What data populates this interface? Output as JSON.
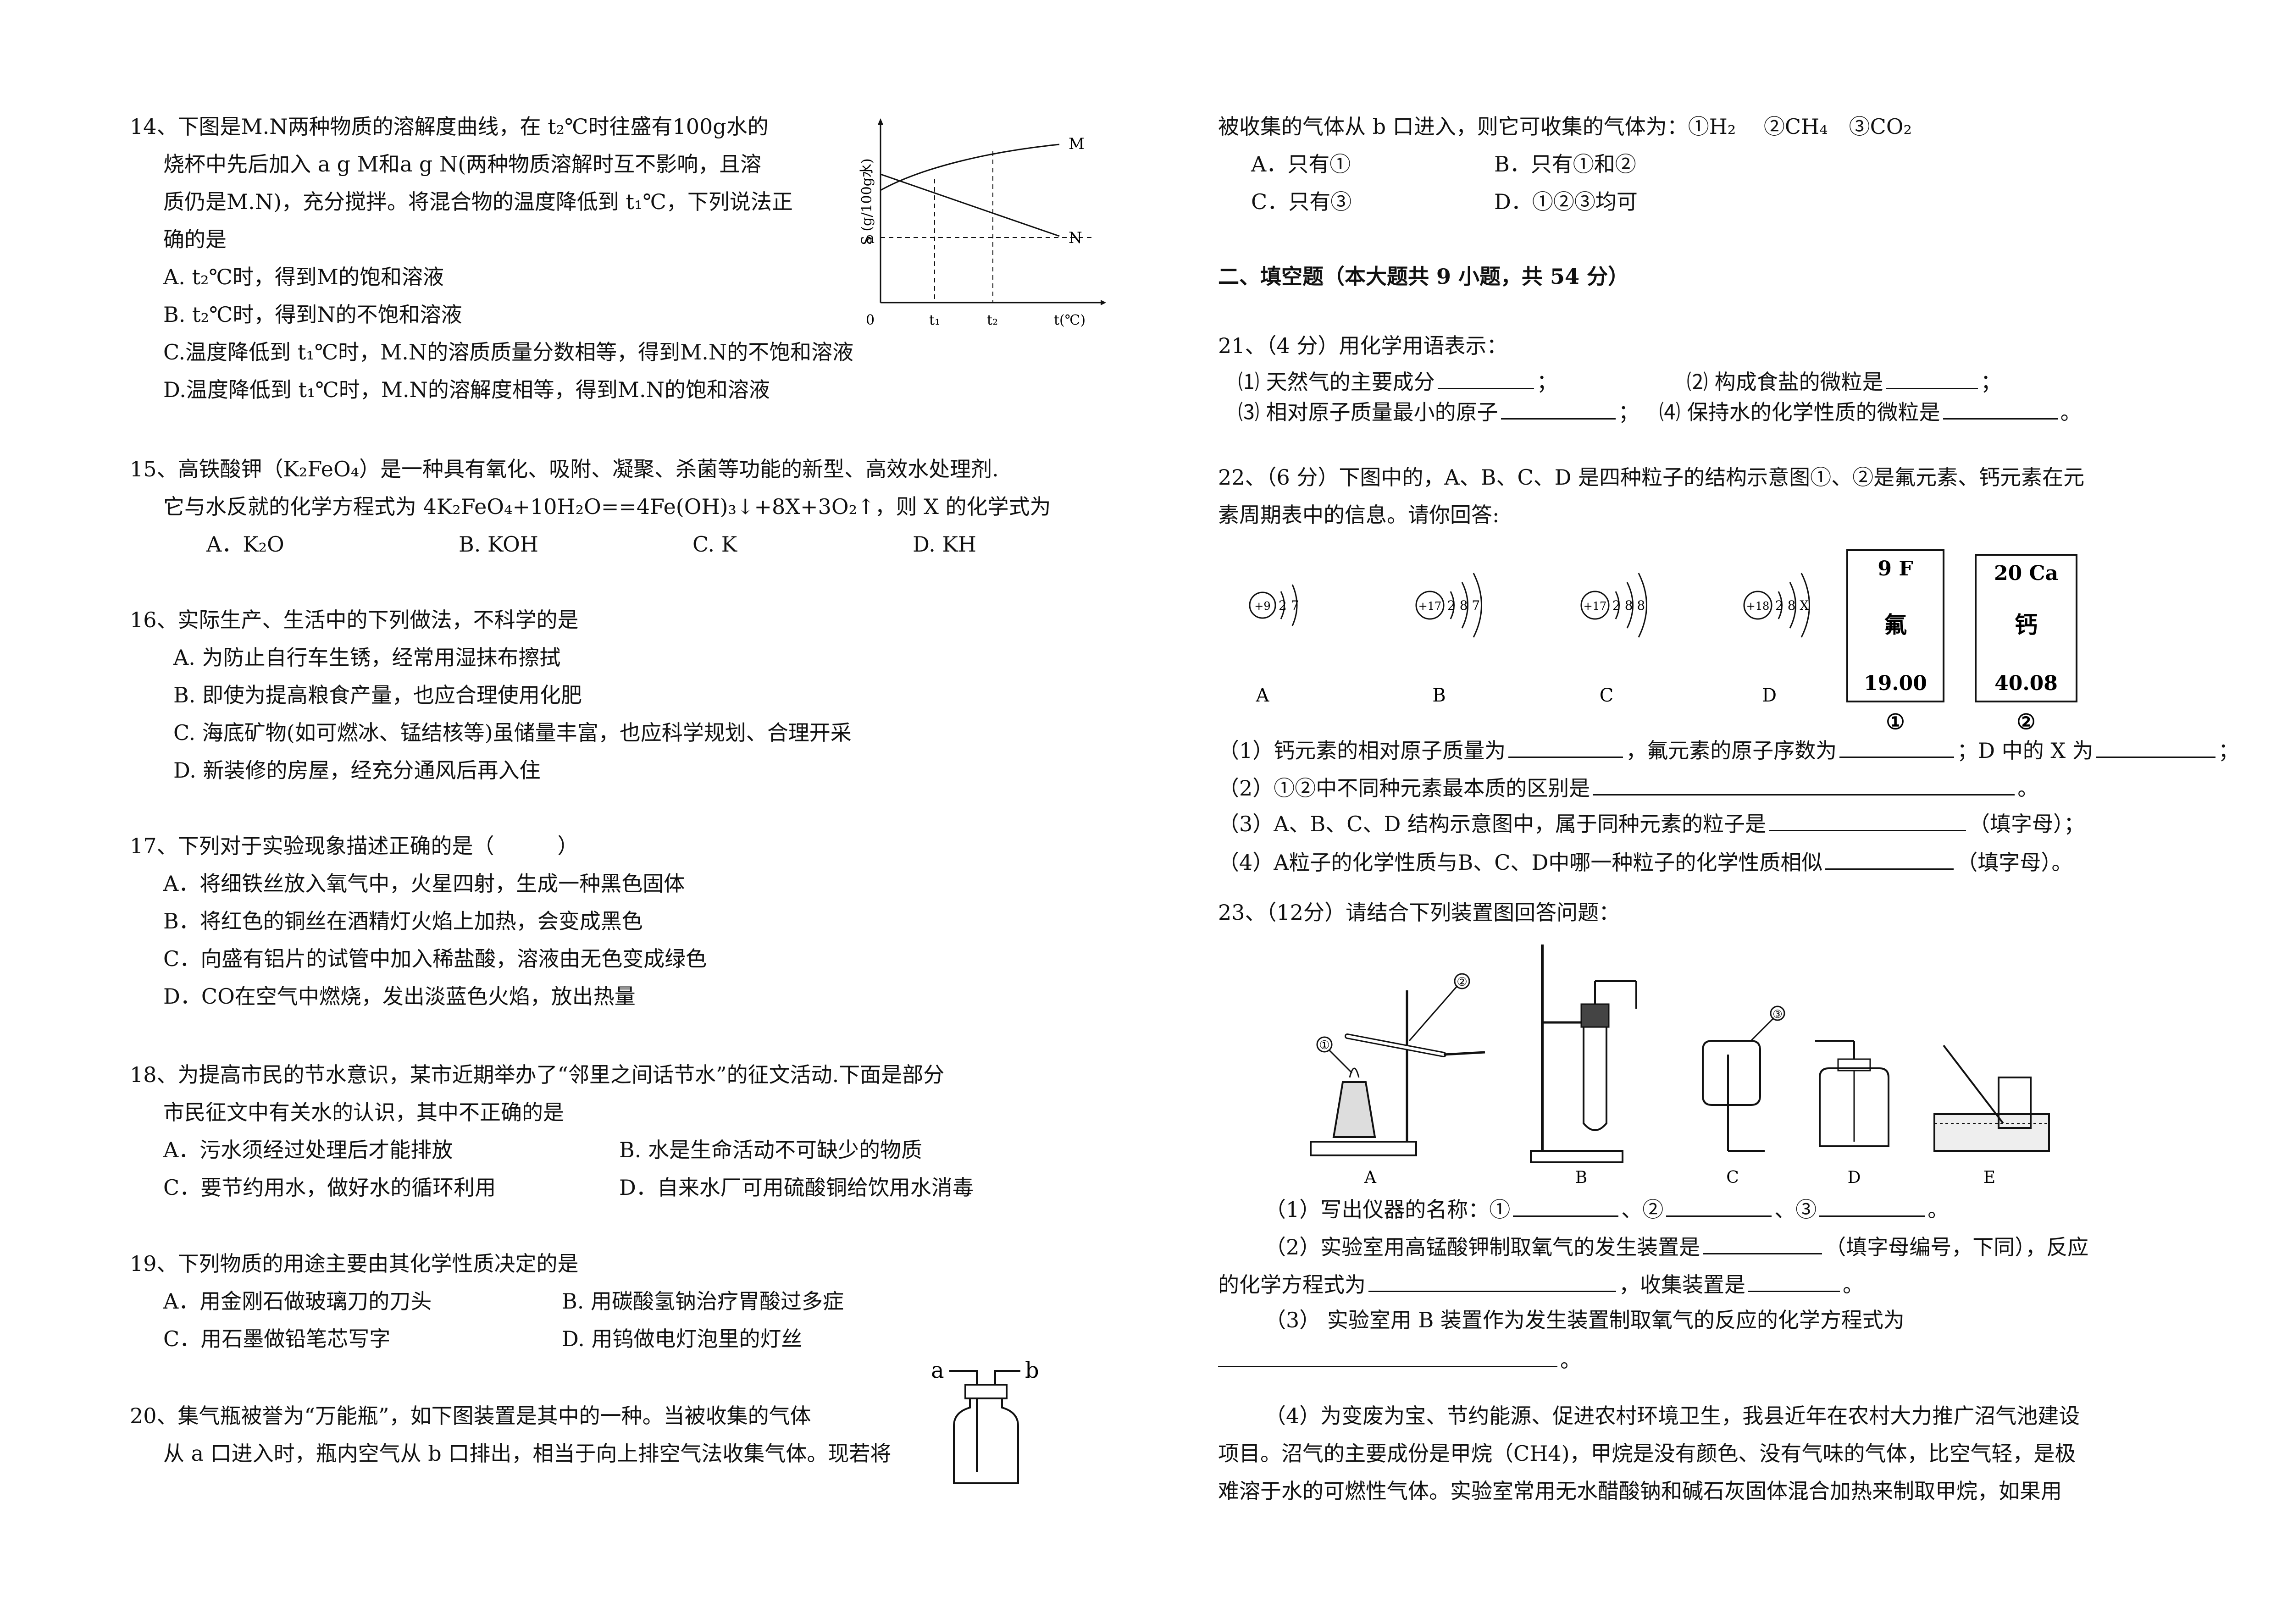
{
  "left": {
    "q14": {
      "l1": "14、下图是M.N两种物质的溶解度曲线，在 t₂℃时往盛有100g水的",
      "l2": "烧杯中先后加入 a g M和a g N(两种物质溶解时互不影响，且溶",
      "l3": "质仍是M.N)，充分搅拌。将混合物的温度降低到 t₁℃，下列说法正",
      "l4": "确的是",
      "A": "A. t₂℃时，得到M的饱和溶液",
      "B": "B. t₂℃时，得到N的不饱和溶液",
      "C": "C.温度降低到 t₁℃时，M.N的溶质质量分数相等，得到M.N的不饱和溶液",
      "D": "D.温度降低到 t₁℃时，M.N的溶解度相等，得到M.N的饱和溶液",
      "graph": {
        "ylabel": "S (g/100g水)",
        "a": "a",
        "M": "M",
        "N": "N",
        "o": "0",
        "t1": "t₁",
        "t2": "t₂",
        "t": "t(℃)"
      }
    },
    "q15": {
      "l1": "15、高铁酸钾（K₂FeO₄）是一种具有氧化、吸附、凝聚、杀菌等功能的新型、高效水处理剂.",
      "l2": "它与水反就的化学方程式为 4K₂FeO₄+10H₂O==4Fe(OH)₃↓+8X+3O₂↑，则 X 的化学式为",
      "A": "A．K₂O",
      "B": "B. KOH",
      "C": "C. K",
      "D": "D. KH"
    },
    "q16": {
      "l1": "16、实际生产、生活中的下列做法，不科学的是",
      "A": "A. 为防止自行车生锈，经常用湿抹布擦拭",
      "B": "B. 即使为提高粮食产量，也应合理使用化肥",
      "C": "C. 海底矿物(如可燃冰、锰结核等)虽储量丰富，也应科学规划、合理开采",
      "D": "D. 新装修的房屋，经充分通风后再入住"
    },
    "q17": {
      "l1": "17、下列对于实验现象描述正确的是（　　　）",
      "A": "A．将细铁丝放入氧气中，火星四射，生成一种黑色固体",
      "B": "B．将红色的铜丝在酒精灯火焰上加热，会变成黑色",
      "C": "C．向盛有铝片的试管中加入稀盐酸，溶液由无色变成绿色",
      "D": "D．CO在空气中燃烧，发出淡蓝色火焰，放出热量"
    },
    "q18": {
      "l1": "18、为提高市民的节水意识，某市近期举办了“邻里之间话节水”的征文活动.下面是部分",
      "l2": "市民征文中有关水的认识，其中不正确的是",
      "A": "A．污水须经过处理后才能排放",
      "B": "B. 水是生命活动不可缺少的物质",
      "C": "C．要节约用水，做好水的循环利用",
      "D": "D．自来水厂可用硫酸铜给饮用水消毒"
    },
    "q19": {
      "l1": "19、下列物质的用途主要由其化学性质决定的是",
      "A": "A．用金刚石做玻璃刀的刀头",
      "B": "B. 用碳酸氢钠治疗胃酸过多症",
      "C": "C．用石墨做铅笔芯写字",
      "D": "D. 用钨做电灯泡里的灯丝"
    },
    "q20": {
      "l1": "20、集气瓶被誉为“万能瓶”，如下图装置是其中的一种。当被收集的气体",
      "l2": "从 a 口进入时，瓶内空气从 b 口排出，相当于向上排空气法收集气体。现若将",
      "a": "a",
      "b": "b"
    }
  },
  "right": {
    "q20cont": {
      "l1": "被收集的气体从 b 口进入，则它可收集的气体为：①H₂　 ②CH₄　③CO₂",
      "A": "A．只有①",
      "B": "B．只有①和②",
      "C": "C．只有③",
      "D": "D．①②③均可"
    },
    "section2": "二、填空题（本大题共 9 小题，共 54 分）",
    "q21": {
      "l1": "21、（4 分）用化学用语表示：",
      "i1": "⑴ 天然气的主要成分",
      "i2": "⑵ 构成食盐的微粒是",
      "i3": "⑶ 相对原子质量最小的原子",
      "i4": "⑷ 保持水的化学性质的微粒是",
      "semi": "；",
      "end": "。"
    },
    "q22": {
      "l1": "22、（6 分）下图中的，A、B、C、D 是四种粒子的结构示意图①、②是氟元素、钙元素在元",
      "l2": "素周期表中的信息。请你回答:",
      "atoms": [
        {
          "nucleus": "+9",
          "shells": "2 7",
          "label": "A"
        },
        {
          "nucleus": "+17",
          "shells": "2 8 7",
          "label": "B"
        },
        {
          "nucleus": "+17",
          "shells": "2 8 8",
          "label": "C"
        },
        {
          "nucleus": "+18",
          "shells": "2 8 X",
          "label": "D"
        }
      ],
      "f": {
        "top": "9 F",
        "name": "氟",
        "mass": "19.00",
        "mark": "①"
      },
      "ca": {
        "top": "20 Ca",
        "name": "钙",
        "mass": "40.08",
        "mark": "②"
      },
      "s1a": "（1）钙元素的相对原子质量为",
      "s1b": "，氟元素的原子序数为",
      "s1c": "；D 中的 X 为",
      "s2a": "（2）①②中不同种元素最本质的区别是",
      "s3a": "（3）A、B、C、D 结构示意图中，属于同种元素的粒子是",
      "s3b": "（填字母）；",
      "s4a": "（4）A粒子的化学性质与B、C、D中哪一种粒子的化学性质相似",
      "s4b": "（填字母）。",
      "end": "。",
      "semi": "；"
    },
    "q23": {
      "l1": "23、（12分）请结合下列装置图回答问题：",
      "labels": [
        "A",
        "B",
        "C",
        "D",
        "E"
      ],
      "n1": "①",
      "n2": "②",
      "n3": "③",
      "s1a": "（1）写出仪器的名称：①",
      "s1b": "、②",
      "s1c": "、③",
      "s2a": "（2）实验室用高锰酸钾制取氧气的发生装置是",
      "s2b": "（填字母编号，下同），反应",
      "s2c": "的化学方程式为",
      "s2d": "，收集装置是",
      "s3a": "（3） 实验室用 B 装置作为发生装置制取氧气的反应的化学方程式为",
      "s4a": "（4）为变废为宝、节约能源、促进农村环境卫生，我县近年在农村大力推广沼气池建设",
      "s4b": "项目。沼气的主要成份是甲烷（CH4)，甲烷是没有颜色、没有气味的气体，比空气轻，是极",
      "s4c": "难溶于水的可燃性气体。实验室常用无水醋酸钠和碱石灰固体混合加热来制取甲烷，如果用",
      "end": "。",
      "comma": "、"
    }
  }
}
